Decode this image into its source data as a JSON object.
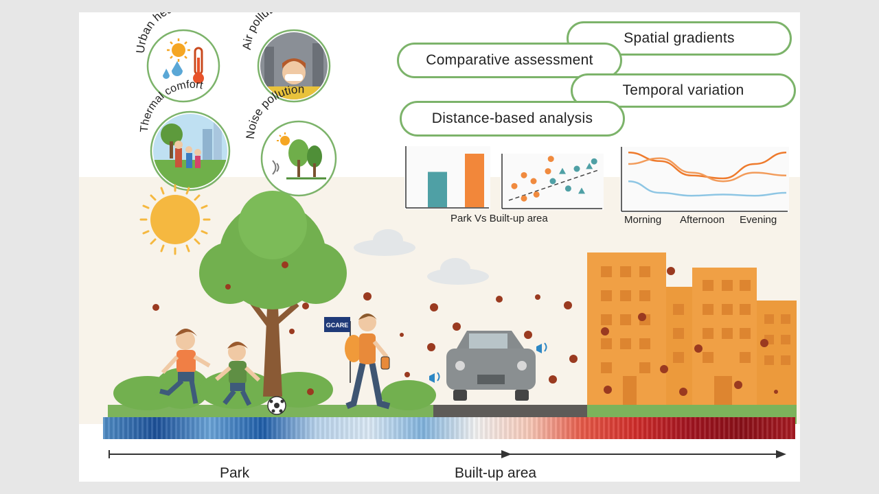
{
  "badges": [
    {
      "label": "Urban heating",
      "icon": "sun-thermometer-icon"
    },
    {
      "label": "Air pollution",
      "icon": "masked-person-icon"
    },
    {
      "label": "Thermal comfort",
      "icon": "family-park-icon"
    },
    {
      "label": "Noise pollution",
      "icon": "trees-sound-icon"
    }
  ],
  "pills": [
    {
      "label": "Spatial gradients"
    },
    {
      "label": "Comparative assessment"
    },
    {
      "label": "Temporal variation"
    },
    {
      "label": "Distance-based analysis"
    }
  ],
  "bar_chart": {
    "type": "bar",
    "categories": [
      "",
      ""
    ],
    "values": [
      0.66,
      1.0
    ],
    "colors": [
      "#4fa0a5",
      "#f2873a"
    ],
    "caption": "Park Vs Built-up  area"
  },
  "scatter_chart": {
    "type": "scatter",
    "orange_points": [
      [
        0.1,
        0.4
      ],
      [
        0.2,
        0.62
      ],
      [
        0.33,
        0.23
      ],
      [
        0.45,
        0.7
      ],
      [
        0.3,
        0.5
      ],
      [
        0.48,
        0.95
      ],
      [
        0.2,
        0.15
      ]
    ],
    "teal_points": [
      [
        0.5,
        0.5
      ],
      [
        0.6,
        0.7
      ],
      [
        0.75,
        0.75
      ],
      [
        0.88,
        0.8
      ],
      [
        0.66,
        0.35
      ],
      [
        0.8,
        0.3
      ],
      [
        0.93,
        0.9
      ]
    ]
  },
  "line_chart": {
    "type": "line",
    "categories": [
      "Morning",
      "Afternoon",
      "Evening"
    ],
    "series": [
      {
        "color": "#ee7a2c",
        "values": [
          0.95,
          0.8,
          0.55,
          0.5,
          0.75,
          0.95
        ]
      },
      {
        "color": "#f29b5a",
        "values": [
          0.75,
          0.85,
          0.6,
          0.45,
          0.6,
          0.55
        ]
      },
      {
        "color": "#8ec6e4",
        "values": [
          0.45,
          0.25,
          0.2,
          0.22,
          0.2,
          0.25
        ]
      }
    ]
  },
  "scene": {
    "flag_text": "GCARE",
    "colors": {
      "grass": "#7cb35b",
      "road": "#5e5b58",
      "building": "#f0a045",
      "sun": "#f5b840",
      "tree": "#72b04f",
      "particle": "#9a3a20"
    }
  },
  "gradient_bar": {
    "stops": [
      "#4f8cc4",
      "#1b4f98",
      "#6aa4d8",
      "#1d5ca8",
      "#b8d3ec",
      "#dbe9f5",
      "#7fb2dd",
      "#f2f2f2",
      "#f7c9b8",
      "#e85a48",
      "#d12d2a",
      "#a31420",
      "#8a1018",
      "#a81a22"
    ]
  },
  "axis": {
    "labels": [
      "Park",
      "Built-up area"
    ]
  }
}
